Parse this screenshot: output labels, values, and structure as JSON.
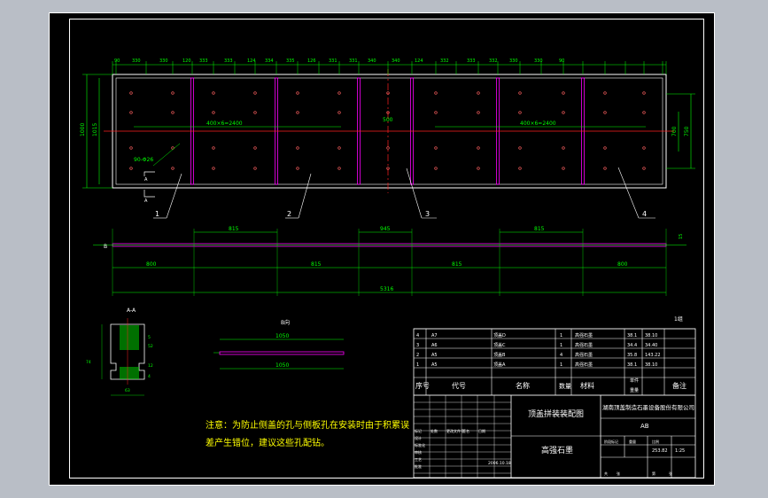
{
  "drawing": {
    "colors": {
      "background": "#000000",
      "frame": "#ffffff",
      "dimension": "#00ff00",
      "centerline": "#ff0000",
      "plate": "#ff00ff",
      "hole": "#ff6060",
      "note": "#ffff00"
    },
    "top_view": {
      "dims_top": [
        "90",
        "330",
        "330",
        "120",
        "333",
        "333",
        "124",
        "334",
        "335",
        "126",
        "331",
        "331",
        "340",
        "340",
        "124",
        "332",
        "333",
        "332",
        "330",
        "330",
        "90"
      ],
      "height_total": "1000",
      "height_inner": "1015",
      "spacing_left": "400×6=2400",
      "spacing_center": "500",
      "spacing_right": "400×6=2400",
      "right_dim_a": "700",
      "right_dim_b": "750",
      "hole_label": "90-Φ26",
      "section_marks": [
        "A",
        "A"
      ]
    },
    "part_callouts": [
      "1",
      "2",
      "3",
      "4"
    ],
    "elevation": {
      "gaps_top": [
        "815",
        "945",
        "815"
      ],
      "spans_bottom": [
        "800",
        "815",
        "815",
        "800"
      ],
      "overall": "5316",
      "end_dim": "15",
      "left_mark": "B"
    },
    "section_view": {
      "title": "A-A",
      "dims": [
        "5",
        "52",
        "74",
        "12",
        "63",
        "4"
      ]
    },
    "detail_view": {
      "title": "B向",
      "top_dim": "1050",
      "bottom_dim": "1050"
    },
    "note_lines": [
      "注意：为防止侧盖的孔与侧板孔在安装时由于积累误",
      "差产生错位，建议这些孔配钻。"
    ],
    "bom": {
      "corner_label": "1组",
      "rows": [
        {
          "no": "4",
          "code": "A7",
          "name": "顶盖D",
          "qty": "1",
          "material": "高强石墨",
          "unit": "38.1",
          "total": "38.10",
          "remark": ""
        },
        {
          "no": "3",
          "code": "A6",
          "name": "顶盖C",
          "qty": "1",
          "material": "高强石墨",
          "unit": "34.4",
          "total": "34.40",
          "remark": ""
        },
        {
          "no": "2",
          "code": "A5",
          "name": "顶盖B",
          "qty": "4",
          "material": "高强石墨",
          "unit": "35.8",
          "total": "143.22",
          "remark": ""
        },
        {
          "no": "1",
          "code": "A5",
          "name": "顶盖A",
          "qty": "1",
          "material": "高强石墨",
          "unit": "38.1",
          "total": "38.10",
          "remark": ""
        }
      ],
      "headers": {
        "no": "序号",
        "code": "代号",
        "name": "名称",
        "qty": "数量",
        "material": "材料",
        "weight_top": "单件",
        "weight_bottom": "重量",
        "remark": "备注"
      }
    },
    "title_block": {
      "drawing_title": "顶盖拼装装配图",
      "material": "高强石墨",
      "company": "湖南顶盖制造石墨设备股份有限公司",
      "drawing_code": "AB",
      "scale": "1:25",
      "weight": "253.82",
      "date": "2006.10.18",
      "small_labels": [
        "标记",
        "处数",
        "更改文件号",
        "签名",
        "日期",
        "设计",
        "标准化",
        "审核",
        "工艺",
        "批准",
        "阶段标记",
        "重量",
        "比例",
        "共",
        "张",
        "第",
        "张"
      ]
    }
  }
}
